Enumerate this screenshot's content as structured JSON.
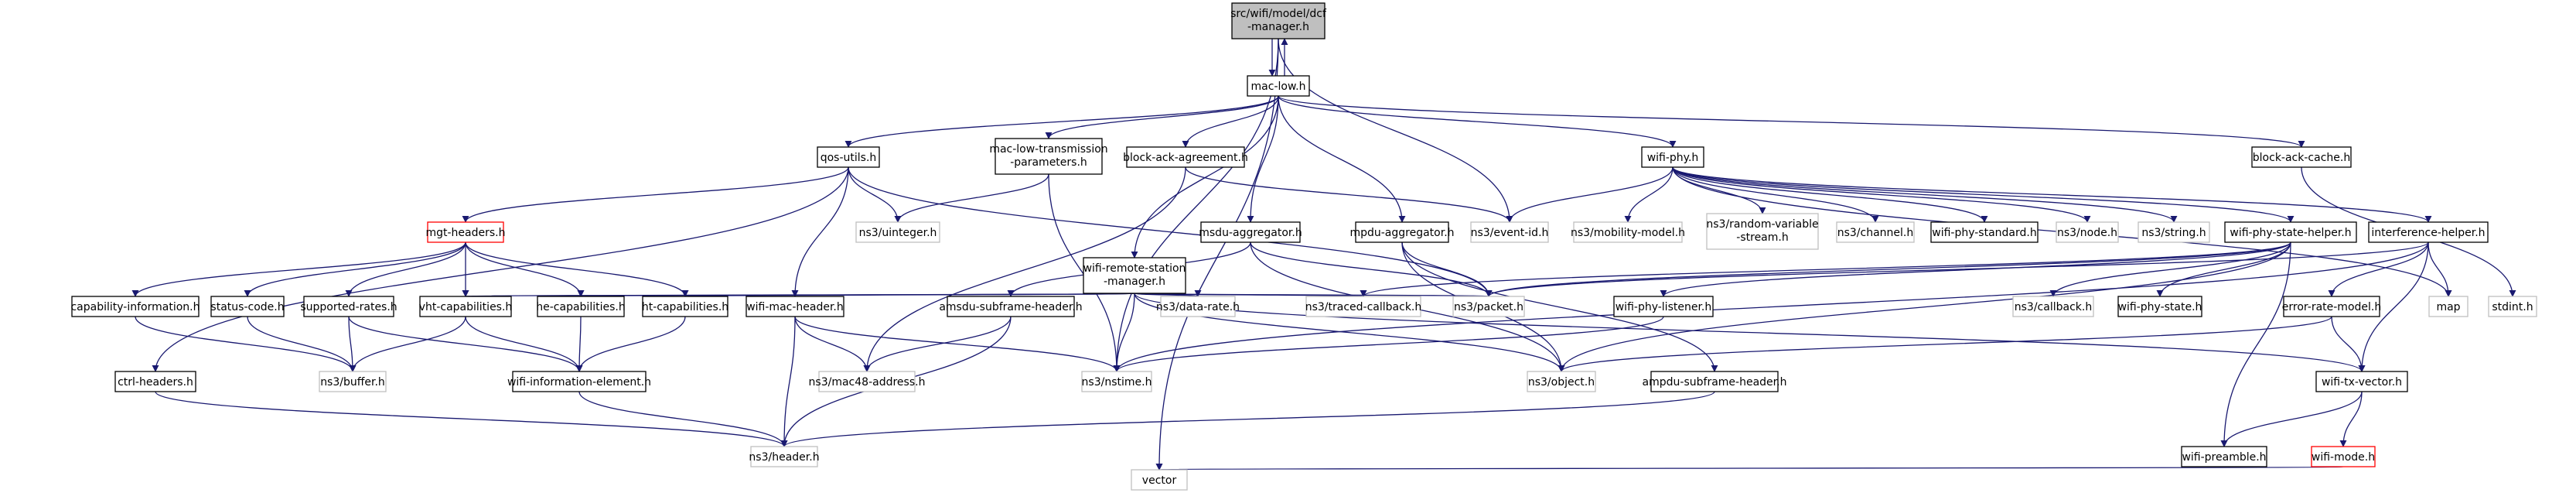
{
  "graph": {
    "nodes": {
      "dcf": [
        "src/wifi/model/dcf",
        "-manager.h"
      ],
      "maclow": [
        "mac-low.h"
      ],
      "qos": [
        "qos-utils.h"
      ],
      "mlt": [
        "mac-low-transmission",
        "-parameters.h"
      ],
      "baa": [
        "block-ack-agreement.h"
      ],
      "wrsm": [
        "wifi-remote-station",
        "-manager.h"
      ],
      "msdu": [
        "msdu-aggregator.h"
      ],
      "mpdu": [
        "mpdu-aggregator.h"
      ],
      "wifiphy": [
        "wifi-phy.h"
      ],
      "bac": [
        "block-ack-cache.h"
      ],
      "mgt": [
        "mgt-headers.h"
      ],
      "uint": [
        "ns3/uinteger.h"
      ],
      "eventid": [
        "ns3/event-id.h"
      ],
      "mobility": [
        "ns3/mobility-model.h"
      ],
      "randvar": [
        "ns3/random-variable",
        "-stream.h"
      ],
      "channel": [
        "ns3/channel.h"
      ],
      "wps": [
        "wifi-phy-standard.h"
      ],
      "node": [
        "ns3/node.h"
      ],
      "string": [
        "ns3/string.h"
      ],
      "wpsh": [
        "wifi-phy-state-helper.h"
      ],
      "ih": [
        "interference-helper.h"
      ],
      "stdint": [
        "stdint.h"
      ],
      "capinfo": [
        "capability-information.h"
      ],
      "status": [
        "status-code.h"
      ],
      "suprates": [
        "supported-rates.h"
      ],
      "vht": [
        "vht-capabilities.h"
      ],
      "he": [
        "he-capabilities.h"
      ],
      "ht": [
        "ht-capabilities.h"
      ],
      "wmh": [
        "wifi-mac-header.h"
      ],
      "datarate": [
        "ns3/data-rate.h"
      ],
      "amsdu": [
        "amsdu-subframe-header.h"
      ],
      "traced": [
        "ns3/traced-callback.h"
      ],
      "packet": [
        "ns3/packet.h"
      ],
      "wpl": [
        "wifi-phy-listener.h"
      ],
      "callback": [
        "ns3/callback.h"
      ],
      "wpstate": [
        "wifi-phy-state.h"
      ],
      "erm": [
        "error-rate-model.h"
      ],
      "map": [
        "map"
      ],
      "ctrl": [
        "ctrl-headers.h"
      ],
      "buffer": [
        "ns3/buffer.h"
      ],
      "wie": [
        "wifi-information-element.h"
      ],
      "mac48": [
        "ns3/mac48-address.h"
      ],
      "nstime": [
        "ns3/nstime.h"
      ],
      "object": [
        "ns3/object.h"
      ],
      "ampdu": [
        "ampdu-subframe-header.h"
      ],
      "wtv": [
        "wifi-tx-vector.h"
      ],
      "header": [
        "ns3/header.h"
      ],
      "preamble": [
        "wifi-preamble.h"
      ],
      "wmode": [
        "wifi-mode.h"
      ],
      "vector": [
        "vector"
      ]
    }
  }
}
